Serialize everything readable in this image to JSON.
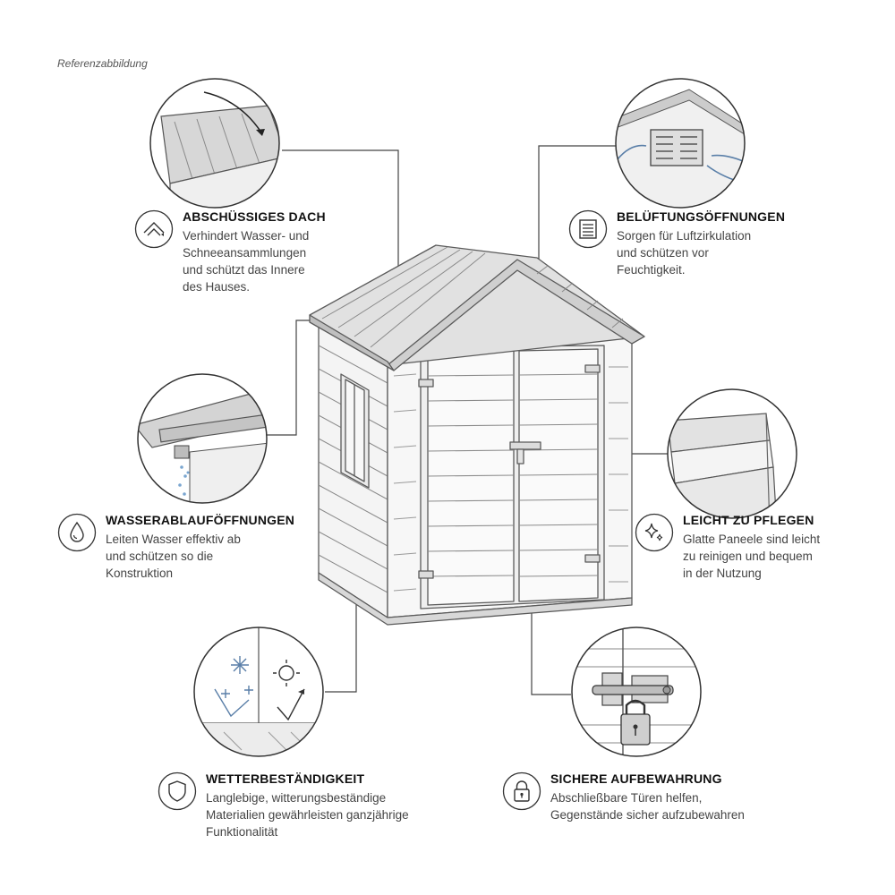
{
  "reference_label": "Referenzabbildung",
  "features": [
    {
      "id": "roof",
      "icon": "roof-icon",
      "title": "ABSCHÜSSIGES DACH",
      "desc": "Verhindert Wasser- und\nSchneeansammlungen\nund schützt das Innere\ndes Hauses."
    },
    {
      "id": "vent",
      "icon": "vent-icon",
      "title": "BELÜFTUNGSÖFFNUNGEN",
      "desc": "Sorgen für Luftzirkulation\nund schützen vor\nFeuchtigkeit."
    },
    {
      "id": "drain",
      "icon": "water-drop-icon",
      "title": "WASSERABLAUFÖFFNUNGEN",
      "desc": "Leiten Wasser effektiv ab\nund schützen so die\nKonstruktion"
    },
    {
      "id": "care",
      "icon": "sparkle-icon",
      "title": "LEICHT ZU PFLEGEN",
      "desc": "Glatte Paneele sind leicht\nzu reinigen und bequem\nin der Nutzung"
    },
    {
      "id": "weather",
      "icon": "shield-icon",
      "title": "WETTERBESTÄNDIGKEIT",
      "desc": "Langlebige, witterungsbeständige\nMaterialien gewährleisten ganzjährige\nFunktionalität"
    },
    {
      "id": "secure",
      "icon": "lock-icon",
      "title": "SICHERE AUFBEWAHRUNG",
      "desc": "Abschließbare Türen helfen,\nGegenstände sicher aufzubewahren"
    }
  ]
}
